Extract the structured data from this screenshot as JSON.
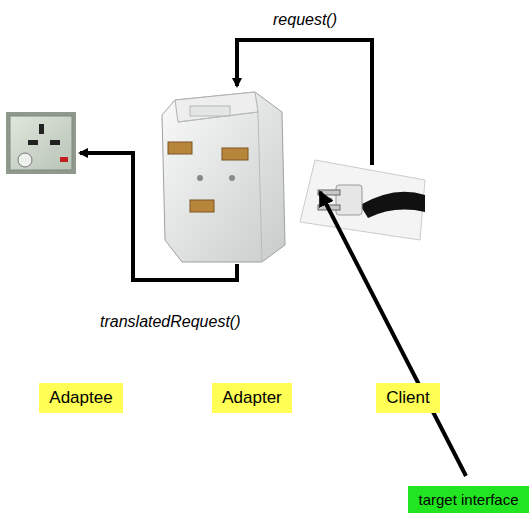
{
  "diagram": {
    "nodes": [
      {
        "text": [
          "Adaptee"
        ]
      },
      {
        "text": [
          "Adapter"
        ]
      },
      {
        "text": [
          "Client"
        ]
      },
      {
        "text": [
          "target interface"
        ]
      }
    ],
    "labels": [
      "request()",
      "translatedRequest()"
    ]
  }
}
